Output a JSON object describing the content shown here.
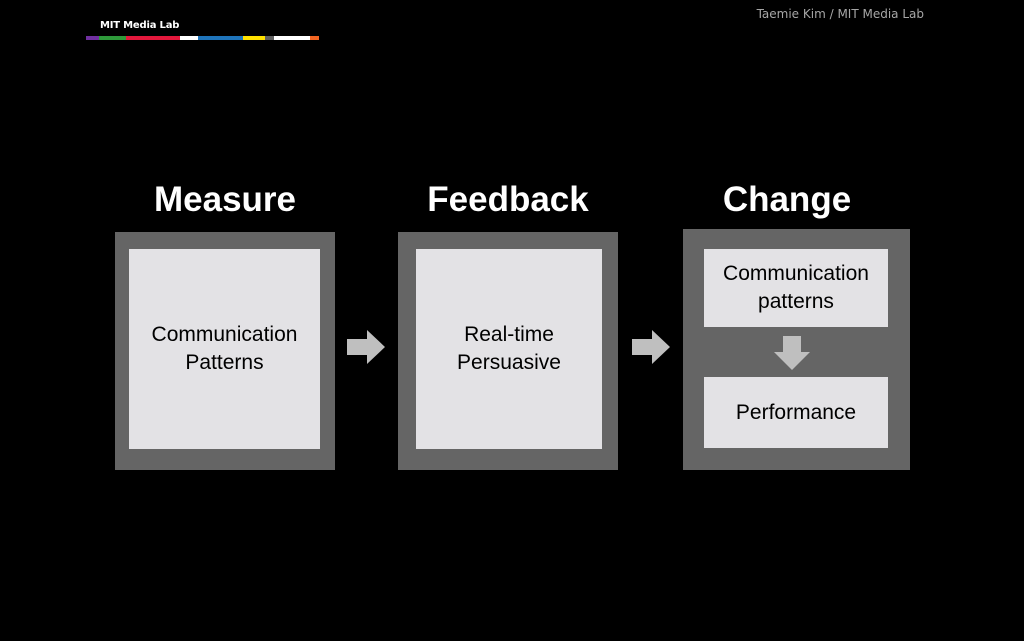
{
  "header": {
    "brand": "MIT Media Lab",
    "credit": "Taemie Kim / MIT Media Lab",
    "brand_bar_colors": [
      "#7030a0",
      "#2e9a3a",
      "#e3183c",
      "#e3183c",
      "#ffffff",
      "#1f75bb",
      "#1f75bb",
      "#ffe100",
      "#606060",
      "#ffffff",
      "#ffffff",
      "#f26522"
    ]
  },
  "stages": [
    {
      "title": "Measure",
      "box_lines": [
        "Communication",
        "Patterns"
      ]
    },
    {
      "title": "Feedback",
      "box_lines": [
        "Real-time",
        "Persuasive"
      ]
    },
    {
      "title": "Change",
      "sub_boxes": [
        {
          "lines": [
            "Communication",
            "patterns"
          ]
        },
        {
          "lines": [
            "Performance"
          ]
        }
      ]
    }
  ],
  "colors": {
    "background": "#000000",
    "outer_box": "#656565",
    "inner_box": "#e3e2e5",
    "arrow": "#bfbfbf",
    "title": "#ffffff"
  }
}
